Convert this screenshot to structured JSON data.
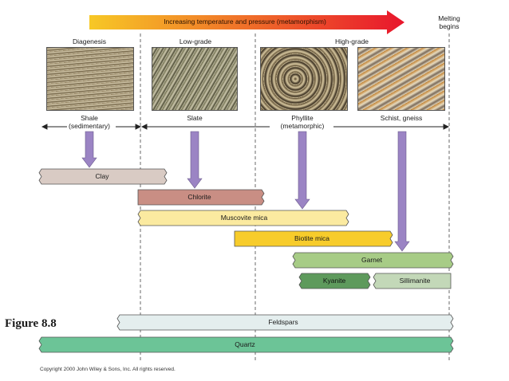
{
  "header": {
    "arrow_title": "Increasing temperature and pressure (metamorphism)",
    "melting_label": "Melting\nbegins"
  },
  "zones": [
    "Diagenesis",
    "Low-grade",
    "High-grade"
  ],
  "photos": [
    {
      "name": "shale",
      "colors": [
        "#8b7a58",
        "#d9cfb3",
        "#6a5a3c"
      ]
    },
    {
      "name": "slate",
      "colors": [
        "#6b6a4a",
        "#cfcab0",
        "#4e4d36"
      ]
    },
    {
      "name": "phyllite",
      "colors": [
        "#5a4a30",
        "#d8c8a0",
        "#3a2f20"
      ]
    },
    {
      "name": "schist",
      "colors": [
        "#c08030",
        "#e8dcc0",
        "#7a6a5a"
      ]
    }
  ],
  "rocks": [
    {
      "label": "Shale\n(sedimentary)"
    },
    {
      "label": "Slate"
    },
    {
      "label": "Phyllite\n(metamorphic)"
    },
    {
      "label": "Schist, gneiss"
    }
  ],
  "minerals": [
    {
      "label": "Clay",
      "color": "#d9cbc4",
      "stroke": "#555555"
    },
    {
      "label": "Chlorite",
      "color": "#c98e84",
      "stroke": "#555555"
    },
    {
      "label": "Muscovite mica",
      "color": "#fbeaa0",
      "stroke": "#555555"
    },
    {
      "label": "Biotite mica",
      "color": "#f7cc2b",
      "stroke": "#555555"
    },
    {
      "label": "Garnet",
      "color": "#a7cc86",
      "stroke": "#555555"
    },
    {
      "label": "Kyanite",
      "color": "#5e9a5c",
      "stroke": "#555555"
    },
    {
      "label": "Sillimanite",
      "color": "#c3d8b8",
      "stroke": "#555555"
    },
    {
      "label": "Feldspars",
      "color": "#e4eeee",
      "stroke": "#555555"
    },
    {
      "label": "Quartz",
      "color": "#6cc497",
      "stroke": "#555555"
    }
  ],
  "colors": {
    "pointer_arrow": "#9b84c4",
    "arrow_start": "#f7c826",
    "arrow_end": "#e8162c"
  },
  "figure_label": "Figure 8.8",
  "copyright": "Copyright 2000 John Wiley & Sons, Inc. All rights reserved."
}
